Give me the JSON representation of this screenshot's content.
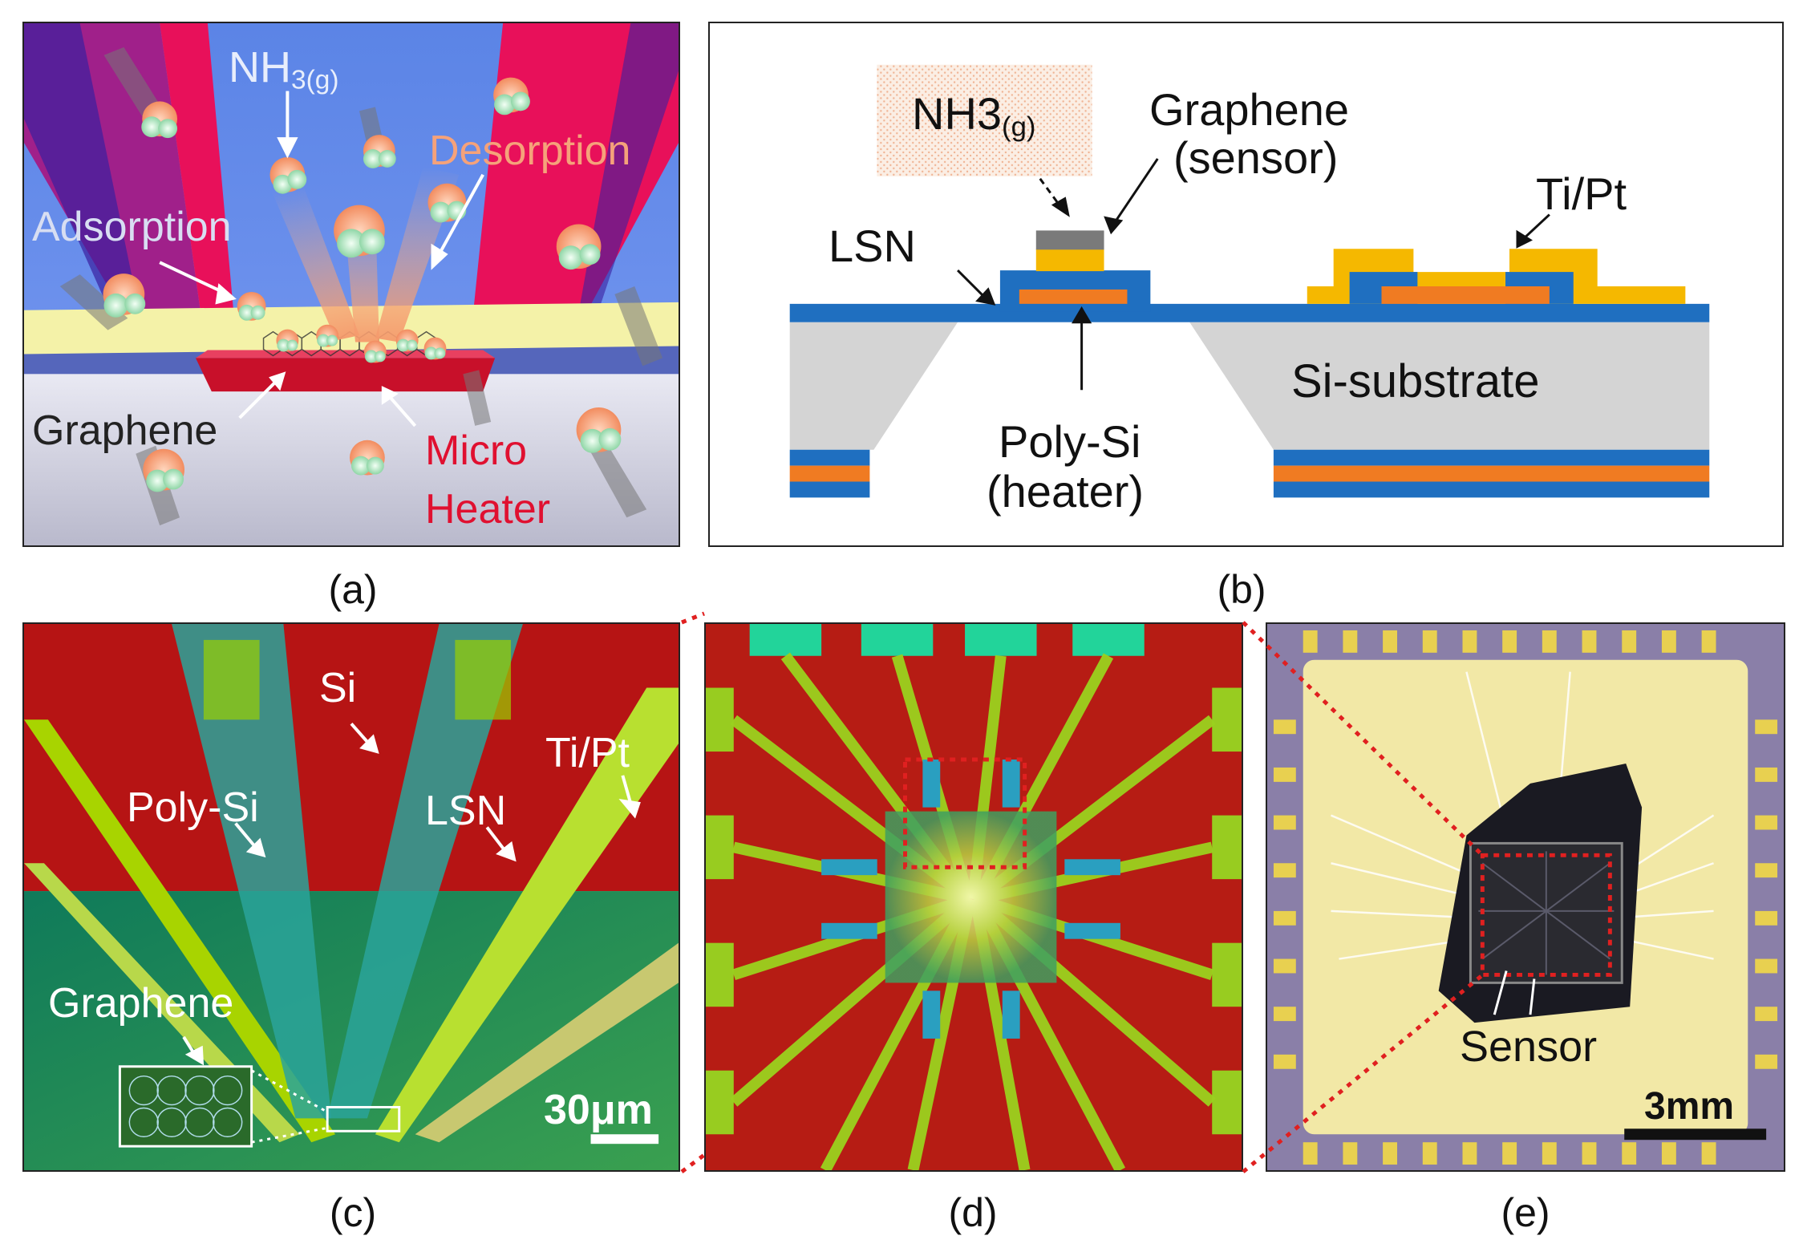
{
  "panel_a": {
    "nh3": "NH",
    "nh3_sub": "3(g)",
    "desorption": "Desorption",
    "adsorption": "Adsorption",
    "graphene": "Graphene",
    "micro": "Micro",
    "heater": "Heater",
    "caption": "(a)"
  },
  "panel_b": {
    "nh3": "NH3",
    "nh3_sub": "(g)",
    "graphene": "Graphene",
    "sensor": "(sensor)",
    "tipt": "Ti/Pt",
    "lsn": "LSN",
    "si_substrate": "Si-substrate",
    "polysi": "Poly-Si",
    "heater": "(heater)",
    "caption": "(b)"
  },
  "panel_c": {
    "si": "Si",
    "tipt": "Ti/Pt",
    "polysi": "Poly-Si",
    "lsn": "LSN",
    "graphene": "Graphene",
    "scale": "30μm",
    "caption": "(c)"
  },
  "panel_d": {
    "caption": "(d)"
  },
  "panel_e": {
    "sensor": "Sensor",
    "scale": "3mm",
    "caption": "(e)"
  },
  "colors": {
    "lsn_blue": "#1f6fc0",
    "polysi_orange": "#f07b22",
    "tipt_yellow": "#f5b800",
    "graphene_gray": "#7a7a7a",
    "substrate_gray": "#d4d4d4",
    "micro_heater_red": "#e01030",
    "zoom_dots": "#e02020"
  }
}
